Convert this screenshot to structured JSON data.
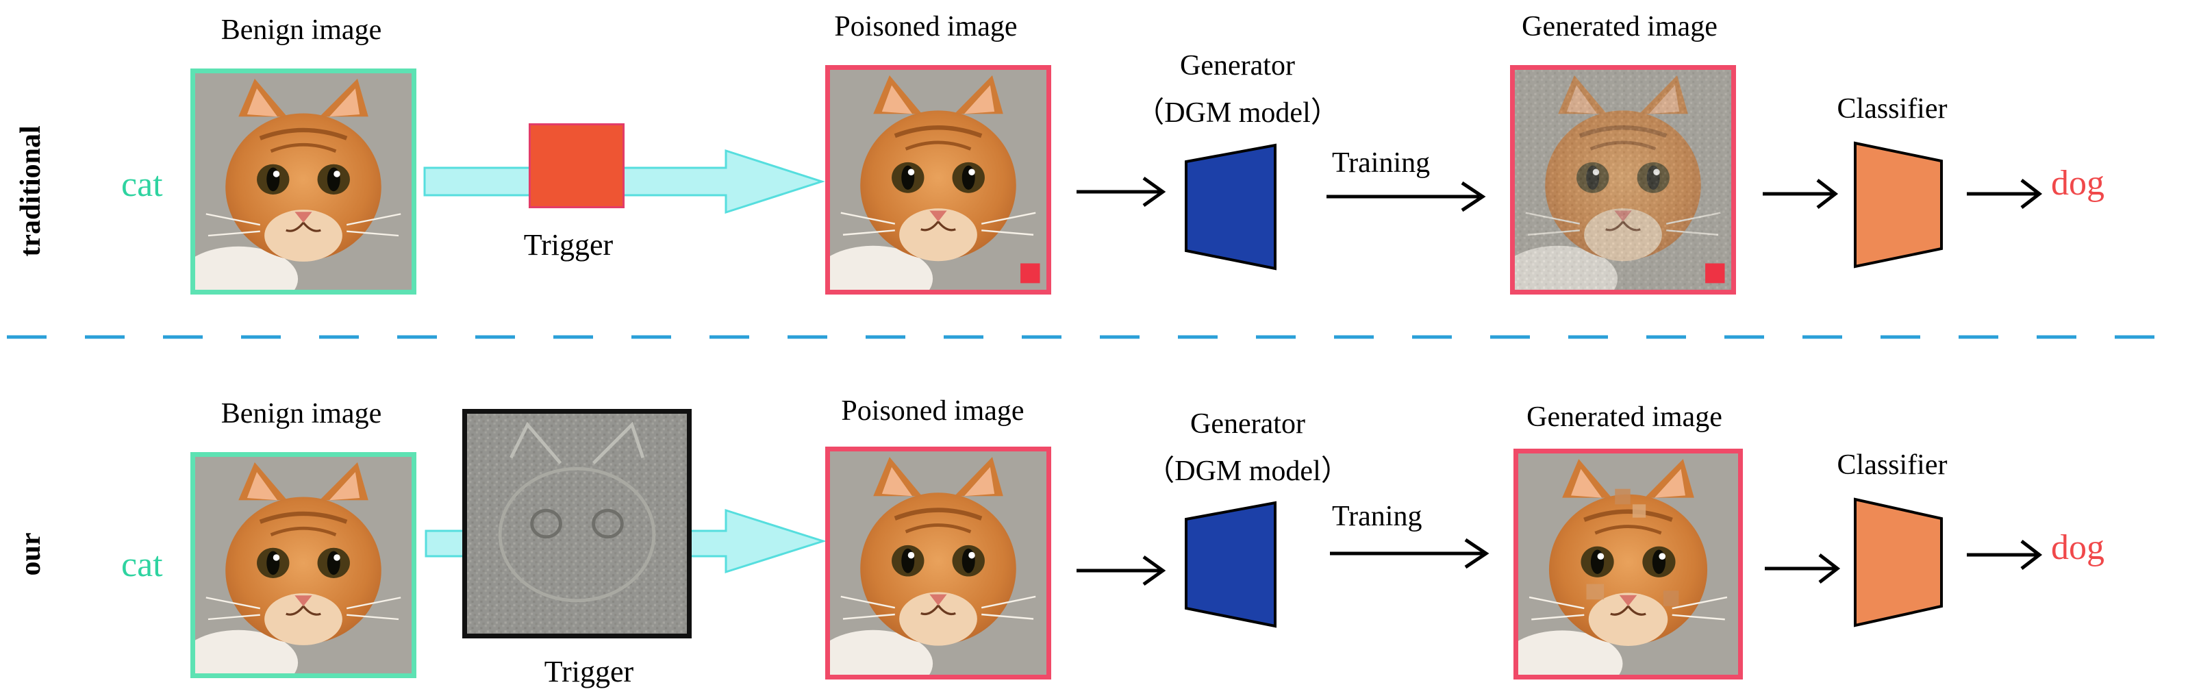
{
  "rows": [
    {
      "row_label": "traditional",
      "benign_title": "Benign image",
      "input_class": "cat",
      "trigger_label": "Trigger",
      "poisoned_title": "Poisoned image",
      "generator_title_1": "Generator",
      "generator_title_2": "（DGM model）",
      "training_label": "Training",
      "generated_title": "Generated image",
      "classifier_title": "Classifier",
      "output_class": "dog"
    },
    {
      "row_label": "our",
      "benign_title": "Benign image",
      "input_class": "cat",
      "trigger_label": "Trigger",
      "poisoned_title": "Poisoned image",
      "generator_title_1": "Generator",
      "generator_title_2": "（DGM model）",
      "training_label": "Traning",
      "generated_title": "Generated image",
      "classifier_title": "Classifier",
      "output_class": "dog"
    }
  ],
  "colors": {
    "class_in": "#2ed3a0",
    "class_out": "#f0484a",
    "benign_border": "#5de2b3",
    "poison_border": "#f04a68",
    "trigger_patch": "#ee5533",
    "big_arrow_fill": "#b6f3f3",
    "big_arrow_stroke": "#56dede",
    "generator": "#1c40a8",
    "classifier": "#ee8a55",
    "divider": "#2a9fd8"
  }
}
